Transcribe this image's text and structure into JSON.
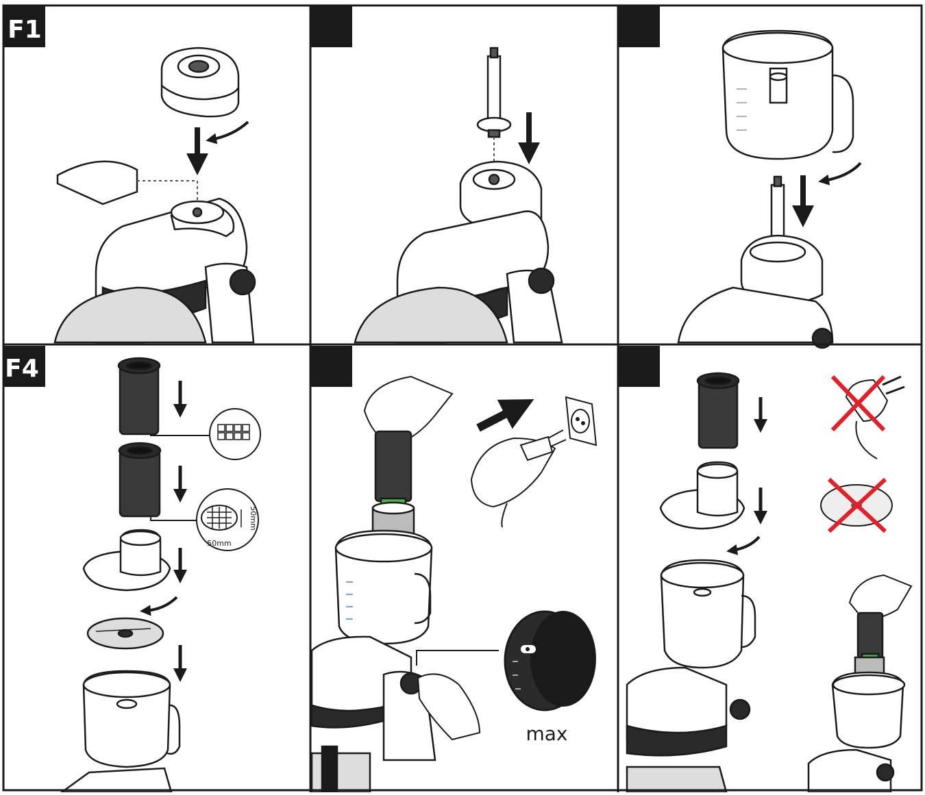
{
  "panels": [
    {
      "id": "p1",
      "label": "F1"
    },
    {
      "id": "p2",
      "label": ""
    },
    {
      "id": "p3",
      "label": ""
    },
    {
      "id": "p4",
      "label": "F4"
    },
    {
      "id": "p5",
      "label": ""
    },
    {
      "id": "p6",
      "label": ""
    }
  ],
  "dims": {
    "width": "50mm",
    "height": "50mm"
  },
  "dial": {
    "speed_label": "max"
  },
  "colors": {
    "ink": "#1a1a1a",
    "pusher": "#3a3a3a",
    "prohibit": "#e0202a",
    "vegetable": "#4caf50",
    "measure": "#4a7fd0",
    "dial_face": "#2b2b2b"
  }
}
